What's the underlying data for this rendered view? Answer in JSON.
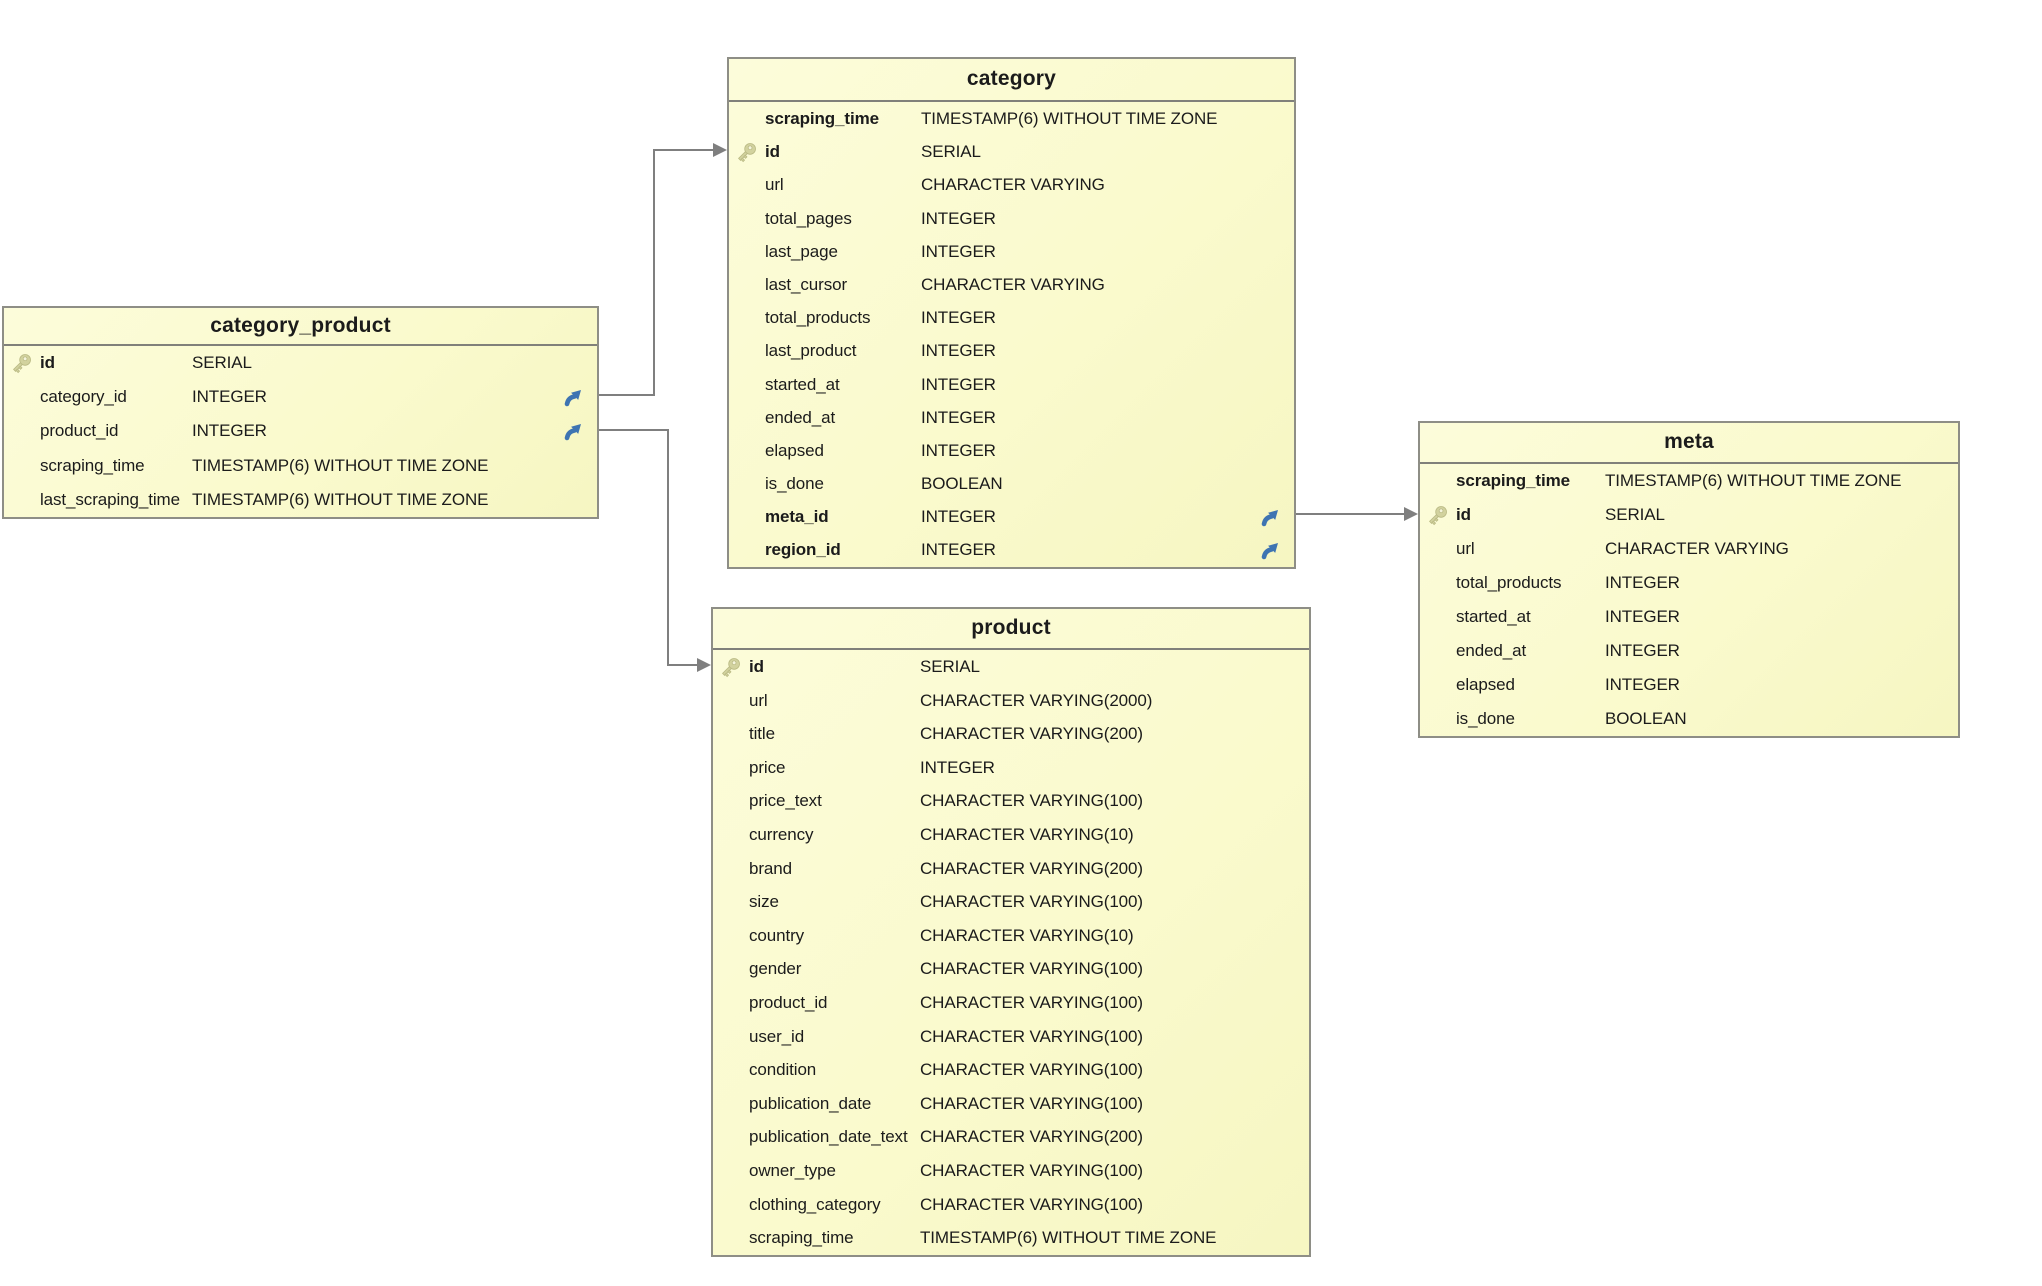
{
  "diagram": {
    "tables": [
      {
        "name": "category_product",
        "columns": [
          {
            "name": "id",
            "type": "SERIAL",
            "bold": true,
            "key": true
          },
          {
            "name": "category_id",
            "type": "INTEGER",
            "fk": true
          },
          {
            "name": "product_id",
            "type": "INTEGER",
            "fk": true
          },
          {
            "name": "scraping_time",
            "type": "TIMESTAMP(6) WITHOUT TIME ZONE"
          },
          {
            "name": "last_scraping_time",
            "type": "TIMESTAMP(6) WITHOUT TIME ZONE"
          }
        ]
      },
      {
        "name": "category",
        "columns": [
          {
            "name": "scraping_time",
            "type": "TIMESTAMP(6) WITHOUT TIME ZONE",
            "bold": true
          },
          {
            "name": "id",
            "type": "SERIAL",
            "bold": true,
            "key": true
          },
          {
            "name": "url",
            "type": "CHARACTER VARYING"
          },
          {
            "name": "total_pages",
            "type": "INTEGER"
          },
          {
            "name": "last_page",
            "type": "INTEGER"
          },
          {
            "name": "last_cursor",
            "type": "CHARACTER VARYING"
          },
          {
            "name": "total_products",
            "type": "INTEGER"
          },
          {
            "name": "last_product",
            "type": "INTEGER"
          },
          {
            "name": "started_at",
            "type": "INTEGER"
          },
          {
            "name": "ended_at",
            "type": "INTEGER"
          },
          {
            "name": "elapsed",
            "type": "INTEGER"
          },
          {
            "name": "is_done",
            "type": "BOOLEAN"
          },
          {
            "name": "meta_id",
            "type": "INTEGER",
            "bold": true,
            "fk": true
          },
          {
            "name": "region_id",
            "type": "INTEGER",
            "bold": true,
            "fk": true
          }
        ]
      },
      {
        "name": "product",
        "columns": [
          {
            "name": "id",
            "type": "SERIAL",
            "bold": true,
            "key": true
          },
          {
            "name": "url",
            "type": "CHARACTER VARYING(2000)"
          },
          {
            "name": "title",
            "type": "CHARACTER VARYING(200)"
          },
          {
            "name": "price",
            "type": "INTEGER"
          },
          {
            "name": "price_text",
            "type": "CHARACTER VARYING(100)"
          },
          {
            "name": "currency",
            "type": "CHARACTER VARYING(10)"
          },
          {
            "name": "brand",
            "type": "CHARACTER VARYING(200)"
          },
          {
            "name": "size",
            "type": "CHARACTER VARYING(100)"
          },
          {
            "name": "country",
            "type": "CHARACTER VARYING(10)"
          },
          {
            "name": "gender",
            "type": "CHARACTER VARYING(100)"
          },
          {
            "name": "product_id",
            "type": "CHARACTER VARYING(100)"
          },
          {
            "name": "user_id",
            "type": "CHARACTER VARYING(100)"
          },
          {
            "name": "condition",
            "type": "CHARACTER VARYING(100)"
          },
          {
            "name": "publication_date",
            "type": "CHARACTER VARYING(100)"
          },
          {
            "name": "publication_date_text",
            "type": "CHARACTER VARYING(200)"
          },
          {
            "name": "owner_type",
            "type": "CHARACTER VARYING(100)"
          },
          {
            "name": "clothing_category",
            "type": "CHARACTER VARYING(100)"
          },
          {
            "name": "scraping_time",
            "type": "TIMESTAMP(6) WITHOUT TIME ZONE"
          }
        ]
      },
      {
        "name": "meta",
        "columns": [
          {
            "name": "scraping_time",
            "type": "TIMESTAMP(6) WITHOUT TIME ZONE",
            "bold": true
          },
          {
            "name": "id",
            "type": "SERIAL",
            "bold": true,
            "key": true
          },
          {
            "name": "url",
            "type": "CHARACTER VARYING"
          },
          {
            "name": "total_products",
            "type": "INTEGER"
          },
          {
            "name": "started_at",
            "type": "INTEGER"
          },
          {
            "name": "ended_at",
            "type": "INTEGER"
          },
          {
            "name": "elapsed",
            "type": "INTEGER"
          },
          {
            "name": "is_done",
            "type": "BOOLEAN"
          }
        ]
      }
    ],
    "relationships": [
      {
        "from": "category_product.category_id",
        "to": "category.id"
      },
      {
        "from": "category_product.product_id",
        "to": "product.id"
      },
      {
        "from": "category.meta_id",
        "to": "meta.id"
      }
    ],
    "colors": {
      "background": "#ffffff",
      "table_fill": "#fafacd",
      "table_border": "#8e8e86",
      "text": "#1b1b1b",
      "connector": "#7f7f7f",
      "fk_arrow": "#3e74b2",
      "key_icon": "#d2d29e"
    }
  }
}
